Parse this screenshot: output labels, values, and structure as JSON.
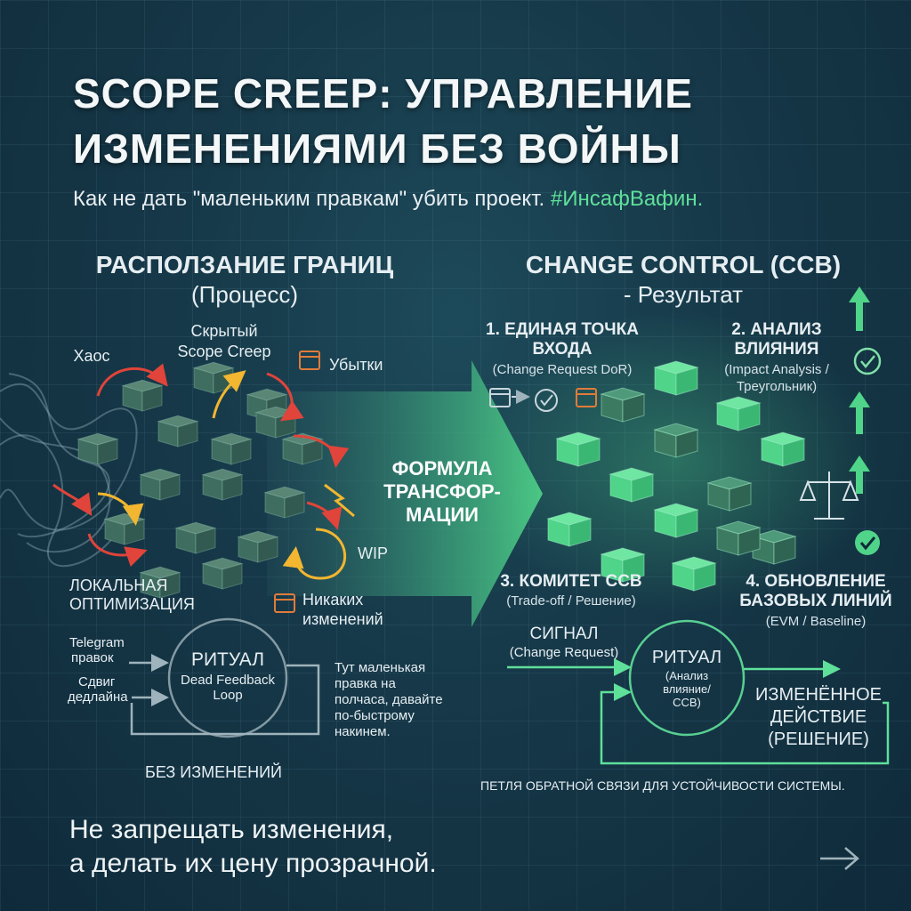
{
  "header": {
    "title_line1": "SCOPE CREEP: УПРАВЛЕНИЕ",
    "title_line2": "ИЗМЕНЕНИЯМИ БЕЗ ВОЙНЫ",
    "subtitle": "Как не дать \"маленьким правкам\" убить проект.",
    "hashtag": "#ИнсафВафин."
  },
  "left": {
    "title": "РАСПОЛЗАНИЕ ГРАНИЦ",
    "subtitle": "(Процесс)",
    "labels": {
      "chaos": "Хаос",
      "hidden_line1": "Скрытый",
      "hidden_line2": "Scope Creep",
      "losses": "Убытки",
      "local_line1": "ЛОКАЛЬНАЯ",
      "local_line2": "ОПТИМИЗАЦИЯ",
      "wip": "WIP",
      "nochange_line1": "Никаких",
      "nochange_line2": "изменений"
    },
    "loop": {
      "in1_line1": "Telegram",
      "in1_line2": "правок",
      "in2_line1": "Сдвиг",
      "in2_line2": "дедлайна",
      "ritual": "РИТУАЛ",
      "ritual_sub_line1": "Dead Feedback",
      "ritual_sub_line2": "Loop",
      "note_line1": "Тут маленькая",
      "note_line2": "правка на",
      "note_line3": "полчаса, давайте",
      "note_line4": "по-быстрому",
      "note_line5": "накинем.",
      "bottom": "БЕЗ ИЗМЕНЕНИЙ"
    }
  },
  "center": {
    "line1": "ФОРМУЛА",
    "line2": "ТРАНСФОР-",
    "line3": "МАЦИИ"
  },
  "right": {
    "title": "CHANGE CONTROL (CCB)",
    "subtitle": "- Результат",
    "steps": {
      "s1_line1": "1. ЕДИНАЯ ТОЧКА",
      "s1_line2": "ВХОДА",
      "s1_sub": "(Change Request DoR)",
      "s2_line1": "2. АНАЛИЗ",
      "s2_line2": "ВЛИЯНИЯ",
      "s2_sub_line1": "(Impact Analysis /",
      "s2_sub_line2": "Треугольник)",
      "s3_line1": "3. КОМИТЕТ CCB",
      "s3_sub": "(Trade-off / Решение)",
      "s4_line1": "4. ОБНОВЛЕНИЕ",
      "s4_line2": "БАЗОВЫХ ЛИНИЙ",
      "s4_sub": "(EVM / Baseline)"
    },
    "loop": {
      "signal": "СИГНАЛ",
      "signal_sub": "(Change Request)",
      "ritual": "РИТУАЛ",
      "ritual_sub_line1": "(Анализ",
      "ritual_sub_line2": "влияние/",
      "ritual_sub_line3": "CCB)",
      "out_line1": "ИЗМЕНЁННОЕ",
      "out_line2": "ДЕЙСТВИЕ",
      "out_line3": "(РЕШЕНИЕ)",
      "caption": "ПЕТЛЯ ОБРАТНОЙ СВЯЗИ ДЛЯ УСТОЙЧИВОСТИ СИСТЕМЫ."
    }
  },
  "footer": {
    "line1": "Не запрещать изменения,",
    "line2": "а делать их цену прозрачной."
  },
  "colors": {
    "accent_green": "#5fe09a",
    "danger_red": "#e0443a",
    "warning_yellow": "#f2b630",
    "cube_dark": "#3f6e60",
    "cube_green": "#4fd489"
  },
  "icons": [
    "calendar-icon",
    "check-circle-icon",
    "scale-icon",
    "arrow-up-icon",
    "arrow-right-icon",
    "lightning-icon"
  ]
}
